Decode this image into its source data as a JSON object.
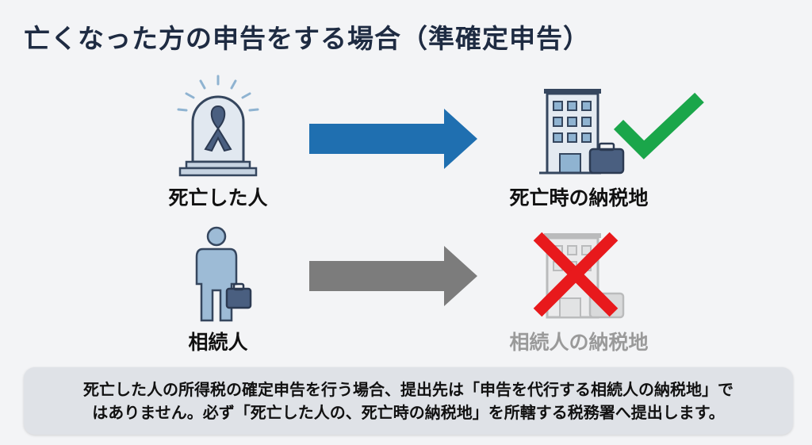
{
  "title": "亡くなった方の申告をする場合（準確定申告）",
  "row1": {
    "left_label": "死亡した人",
    "right_label": "死亡時の納税地",
    "arrow_color": "#1f6fb0",
    "status": "correct"
  },
  "row2": {
    "left_label": "相続人",
    "right_label": "相続人の納税地",
    "arrow_color": "#7c7c7c",
    "status": "incorrect"
  },
  "note": {
    "line1": "死亡した人の所得税の確定申告を行う場合、提出先は「申告を代行する相続人の納税地」で",
    "line2": "はありません。必ず「死亡した人の、死亡時の納税地」を所轄する税務署へ提出します。"
  },
  "colors": {
    "check": "#1aa64a",
    "cross": "#e8191c",
    "navy": "#1e2b42"
  }
}
